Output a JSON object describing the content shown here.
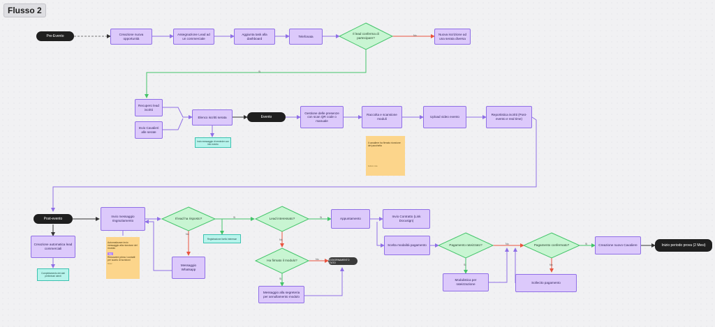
{
  "board": {
    "title": "Flusso 2"
  },
  "nodes": {
    "pre_evento": "Pre-Evento",
    "creazione_opportunita": "Creazione nuova opportunità",
    "assegnazione_lead": "Assegnazione Lead ad un commerciale",
    "aggiunta_task": "Aggiunta task alla dashboard",
    "telefonata": "Telefonata",
    "lead_conferma": "Il lead conferma di partecipare?",
    "nuova_iscrizione": "Nuova iscrizione ad una serata diversa",
    "recupero_lead": "Recupero lead iscritti",
    "invio_cavalieri": "Invio Cavalieri alle serate",
    "elenco_iscritti": "Elenco iscritti serata",
    "invio_messaggio_rem": "Invio messaggio di reminder con info evento",
    "evento": "Evento",
    "gestione_presenze": "Gestione delle presenze con scan QR code o manuale",
    "raccolta_moduli": "Raccolta e scansione moduli",
    "upload_video": "Upload video evento",
    "reportistica": "Reportistica iscritti (Post-evento e real time)",
    "post_evento": "Post-evento",
    "creazione_lead_comm": "Creazione automatica lead commerciali",
    "compilazione_dati": "Completamento dei dati preliminari utenti",
    "invio_ringraziamento": "Invio messaggio ringraziamento",
    "lead_risposto": "Il lead ha risposto?",
    "registrazione_interesse": "Registrazione livello interesse",
    "messaggio_whatsapp": "Messaggio Whatsapp",
    "lead_interessato": "Lead interessato?",
    "ha_firmato": "Ha firmato il modulo?",
    "aggiornamento_stato": "AGGIORNAMENTO STATO",
    "messaggio_segreteria": "Messaggio alla segreteria per annullamento modulo",
    "appuntamento": "Appuntamento",
    "invio_contratto": "Invio Contratto (Link Docusign)",
    "scelta_pagamento": "Scelta modalità pagamento",
    "pagamento_rateizzato": "Pagamento rateizzato?",
    "modulistica": "Modulistica per rateizzazione",
    "pagamento_confermato": "Pagamento confermato?",
    "sollecito": "Sollecito pagamento",
    "creazione_cavaliere": "Creazione nuovo Cavaliere",
    "inizio_periodo": "Inizio periodo prova (2 Mesi)"
  },
  "sticky_notes": {
    "note1": "Il cavaliere ha firmato ricezione del pacchetto",
    "note1_footer": "bottom note",
    "note2_a": "Automatizzare invio messaggio alla ricezione del modulo",
    "note2_tag": "tag",
    "note2_b": "Rimuovere prima i contatti per scarto di iscrizioni",
    "note2_footer": "footer"
  },
  "edge_labels": {
    "yes": "Si",
    "no": "No"
  },
  "colors": {
    "accent_purple": "#8f6fe6",
    "node_fill": "#dcc9fb",
    "decision_fill": "#c8f5d2",
    "yes_green": "#44c46a",
    "no_red": "#e9543f"
  }
}
